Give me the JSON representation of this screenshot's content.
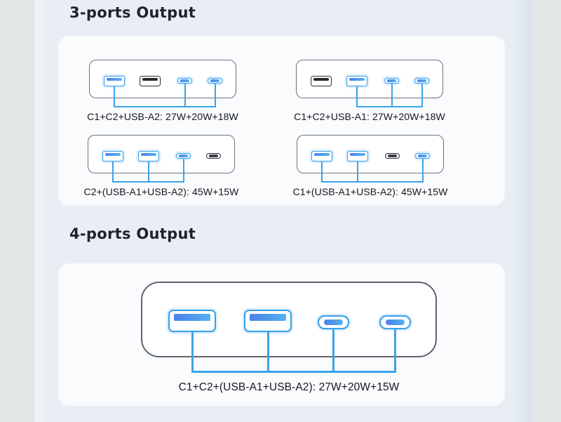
{
  "sections": [
    {
      "title": "3-ports Output",
      "diagrams": [
        {
          "label": "C1+C2+USB-A2: 27W+20W+18W",
          "ports": [
            {
              "type": "usb-a",
              "active": true
            },
            {
              "type": "usb-a",
              "active": false
            },
            {
              "type": "usb-c",
              "active": true
            },
            {
              "type": "usb-c",
              "active": true
            }
          ]
        },
        {
          "label": "C1+C2+USB-A1: 27W+20W+18W",
          "ports": [
            {
              "type": "usb-a",
              "active": false
            },
            {
              "type": "usb-a",
              "active": true
            },
            {
              "type": "usb-c",
              "active": true
            },
            {
              "type": "usb-c",
              "active": true
            }
          ]
        },
        {
          "label": "C2+(USB-A1+USB-A2): 45W+15W",
          "ports": [
            {
              "type": "usb-a",
              "active": true
            },
            {
              "type": "usb-a",
              "active": true
            },
            {
              "type": "usb-c",
              "active": true
            },
            {
              "type": "usb-c",
              "active": false
            }
          ]
        },
        {
          "label": "C1+(USB-A1+USB-A2): 45W+15W",
          "ports": [
            {
              "type": "usb-a",
              "active": true
            },
            {
              "type": "usb-a",
              "active": true
            },
            {
              "type": "usb-c",
              "active": false
            },
            {
              "type": "usb-c",
              "active": true
            }
          ]
        }
      ]
    },
    {
      "title": "4-ports Output",
      "diagrams": [
        {
          "label": "C1+C2+(USB-A1+USB-A2): 27W+20W+15W",
          "ports": [
            {
              "type": "usb-a",
              "active": true
            },
            {
              "type": "usb-a",
              "active": true
            },
            {
              "type": "usb-c",
              "active": true
            },
            {
              "type": "usb-c",
              "active": true
            }
          ]
        }
      ]
    }
  ],
  "colors": {
    "accent_blue": "#3ba3e8",
    "port_bar_gradient": [
      "#4b82e9",
      "#55b0f0"
    ],
    "inactive_port": "#26292d",
    "panel_background": "#f9fbfd",
    "page_background": "#e9eef4",
    "title_text": "#1d232c",
    "label_text": "#15181d"
  }
}
